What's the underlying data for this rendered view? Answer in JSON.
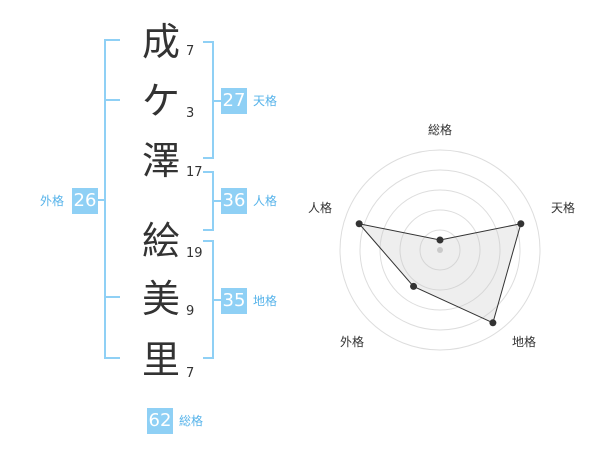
{
  "characters": [
    {
      "char": "成",
      "strokes": "7"
    },
    {
      "char": "ケ",
      "strokes": "3"
    },
    {
      "char": "澤",
      "strokes": "17"
    },
    {
      "char": "絵",
      "strokes": "19"
    },
    {
      "char": "美",
      "strokes": "9"
    },
    {
      "char": "里",
      "strokes": "7"
    }
  ],
  "fortune": {
    "tenkaku": {
      "value": "27",
      "label": "天格"
    },
    "jinkaku": {
      "value": "36",
      "label": "人格"
    },
    "chikaku": {
      "value": "35",
      "label": "地格"
    },
    "gaikaku": {
      "value": "26",
      "label": "外格"
    },
    "soukaku": {
      "value": "62",
      "label": "総格"
    }
  },
  "colors": {
    "accent": "#8fd0f5",
    "bracket": "#8fd0f5",
    "label": "#56b3ea"
  },
  "chart_data": {
    "type": "radar",
    "axes": [
      "総格",
      "天格",
      "地格",
      "外格",
      "人格"
    ],
    "values": [
      0.1,
      0.85,
      0.9,
      0.45,
      0.85
    ],
    "max": 1,
    "rings": 5
  }
}
